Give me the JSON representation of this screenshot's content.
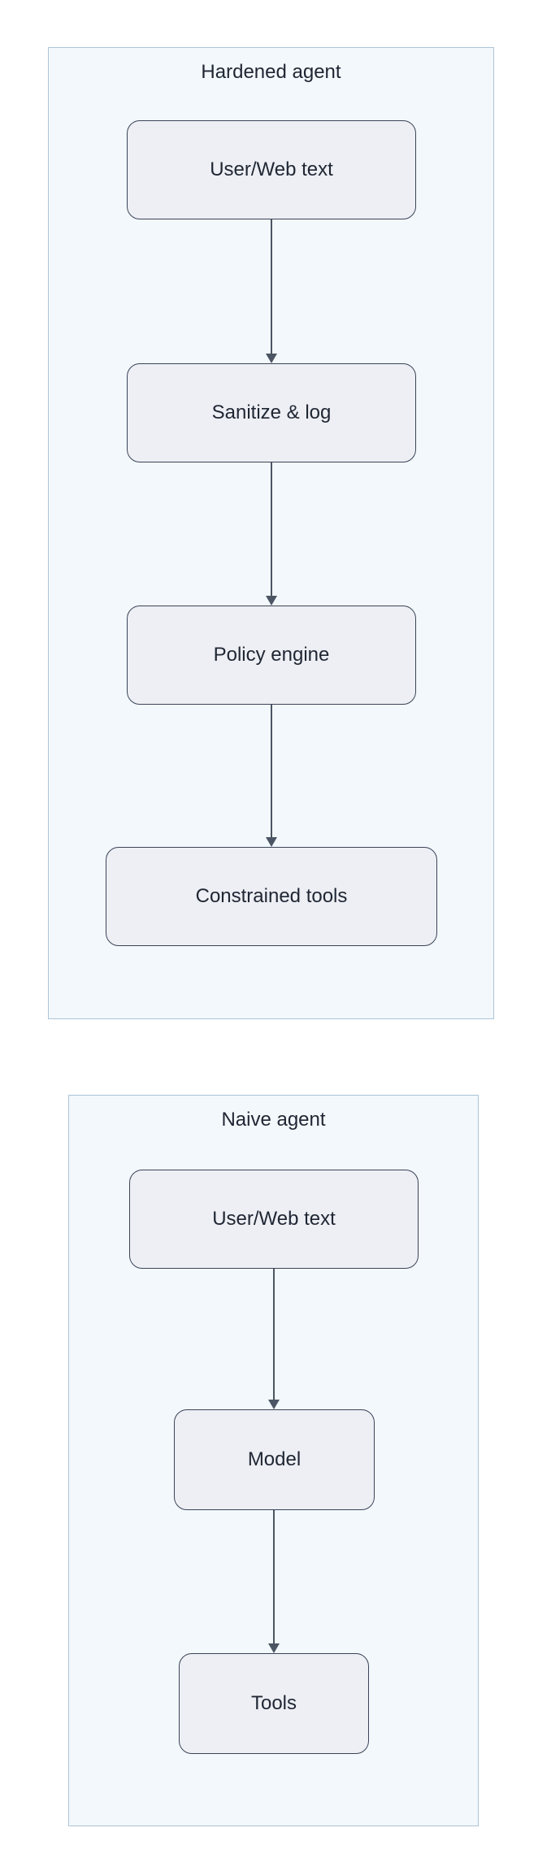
{
  "diagrams": [
    {
      "title": "Hardened agent",
      "nodes": [
        {
          "label": "User/Web text"
        },
        {
          "label": "Sanitize & log"
        },
        {
          "label": "Policy engine"
        },
        {
          "label": "Constrained tools"
        }
      ],
      "edges": [
        {
          "from": "User/Web text",
          "to": "Sanitize & log"
        },
        {
          "from": "Sanitize & log",
          "to": "Policy engine"
        },
        {
          "from": "Policy engine",
          "to": "Constrained tools"
        }
      ]
    },
    {
      "title": "Naive agent",
      "nodes": [
        {
          "label": "User/Web text"
        },
        {
          "label": "Model"
        },
        {
          "label": "Tools"
        }
      ],
      "edges": [
        {
          "from": "User/Web text",
          "to": "Model"
        },
        {
          "from": "Model",
          "to": "Tools"
        }
      ]
    }
  ],
  "colors": {
    "page-bg": "#ffffff",
    "cluster-fill": "#f3f8fc",
    "cluster-border": "#abc4d8",
    "node-fill": "#edeff4",
    "node-border": "#3a4458",
    "edge-color": "#4b5563",
    "text-color": "#1f2633"
  }
}
